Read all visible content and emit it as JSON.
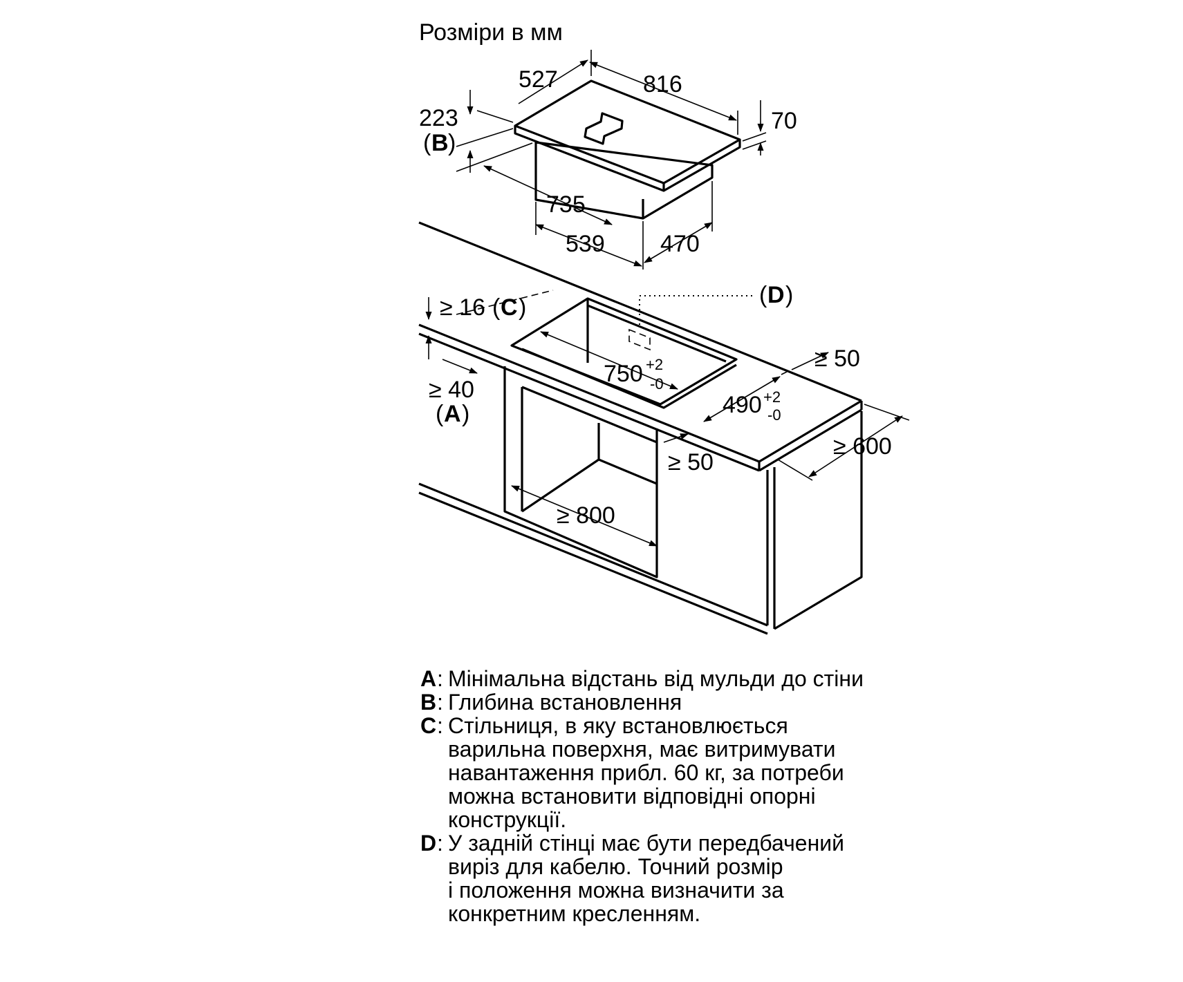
{
  "header": {
    "title": "Розміри в мм"
  },
  "hob": {
    "width": "816",
    "depth": "527",
    "thickness": "70",
    "install_depth": "223",
    "install_depth_ref": "B",
    "body_width": "735",
    "body_depth": "539",
    "rear_offset": "470"
  },
  "cabinet": {
    "worktop_thickness": "≥ 16",
    "worktop_ref": "C",
    "wall_distance": "≥ 40",
    "wall_distance_ref": "A",
    "cutout_width": "750",
    "cutout_depth": "490",
    "tolerance_plus": "+2",
    "tolerance_minus": "-0",
    "side_clearance": "≥ 50",
    "front_clearance": "≥ 50",
    "cabinet_depth": "≥ 600",
    "cabinet_width": "≥ 800",
    "cable_ref": "D"
  },
  "legend": [
    {
      "key": "A",
      "text": "Мінімальна відстань від мульди до стіни"
    },
    {
      "key": "B",
      "text": "Глибина встановлення"
    },
    {
      "key": "C",
      "text": "Стільниця, в яку встановлюється\nварильна поверхня, має витримувати\nнавантаження прибл. 60 кг, за потреби\nможна встановити відповідні опорні\nконструкції."
    },
    {
      "key": "D",
      "text": "У задній стінці має бути передбачений\nвиріз для кабелю. Точний розмір\nі положення можна визначити за\nконкретним кресленням."
    }
  ]
}
